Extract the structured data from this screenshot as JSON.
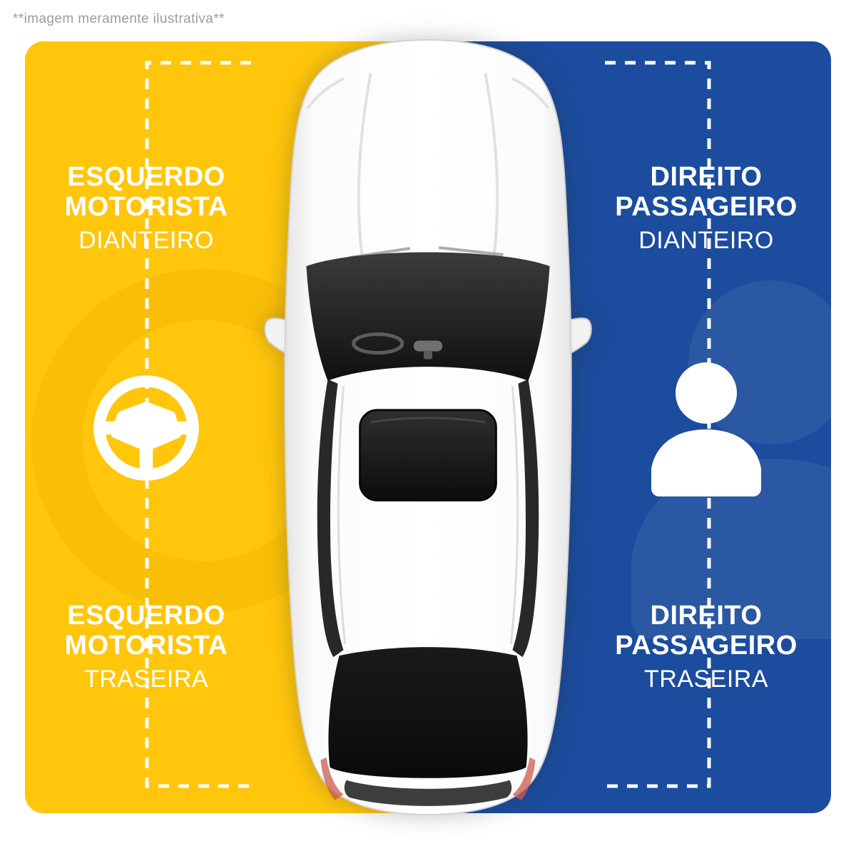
{
  "disclaimer": "**imagem meramente ilustrativa**",
  "colors": {
    "left_panel": "#FFC60B",
    "right_panel": "#1B4C9D",
    "label_text": "#FFFFFF",
    "disclaimer_text": "#9C9C9C",
    "dashed_guides": "#FFFFFF",
    "car_body": "#FFFFFF",
    "car_glass": "#141414"
  },
  "panels": {
    "left": {
      "side": "driver-side",
      "icon": "steering-wheel-icon",
      "front": {
        "line1": "ESQUERDO",
        "line2": "MOTORISTA",
        "line3": "DIANTEIRO"
      },
      "rear": {
        "line1": "ESQUERDO",
        "line2": "MOTORISTA",
        "line3": "TRASEIRA"
      }
    },
    "right": {
      "side": "passenger-side",
      "icon": "passenger-person-icon",
      "front": {
        "line1": "DIREITO",
        "line2": "PASSAGEIRO",
        "line3": "DIANTEIRO"
      },
      "rear": {
        "line1": "DIREITO",
        "line2": "PASSAGEIRO",
        "line3": "TRASEIRA"
      }
    }
  },
  "vehicle": {
    "view": "white-car-top-view"
  }
}
